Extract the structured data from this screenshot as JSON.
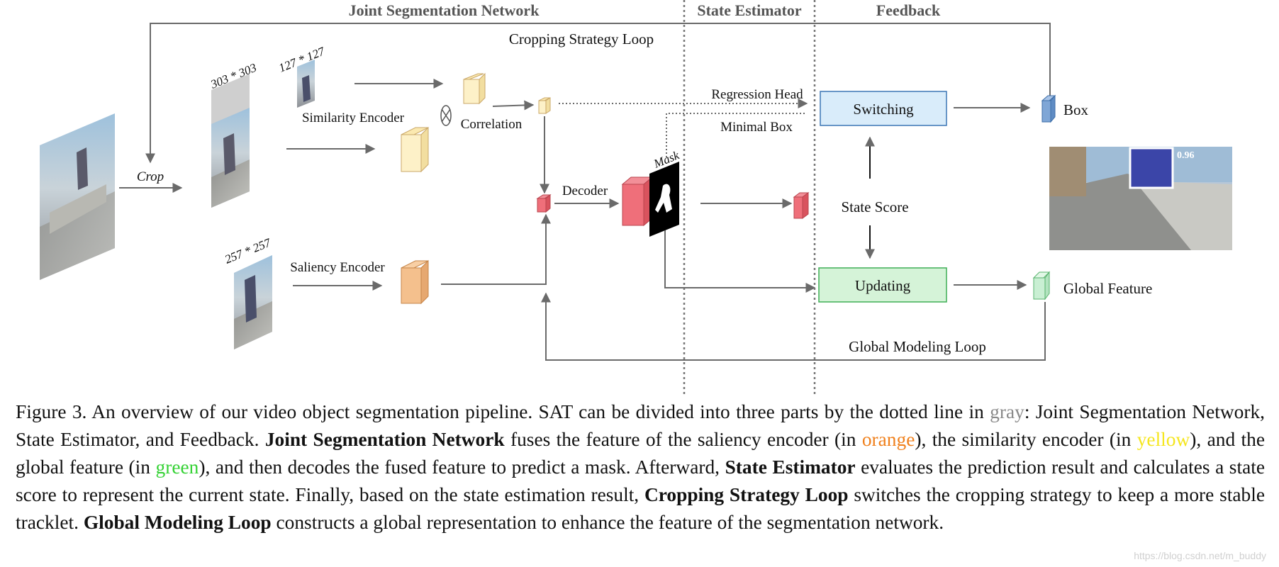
{
  "diagram": {
    "sections": {
      "joint": "Joint Segmentation Network",
      "state": "State Estimator",
      "feedback": "Feedback"
    },
    "labels": {
      "crop": "Crop",
      "size_303": "303 * 303",
      "size_127": "127 * 127",
      "size_257": "257 * 257",
      "similarity_encoder": "Similarity Encoder",
      "correlation": "Correlation",
      "saliency_encoder": "Saliency Encoder",
      "decoder": "Decoder",
      "mask": "Mask",
      "cropping_loop": "Cropping Strategy Loop",
      "regression_head": "Regression Head",
      "minimal_box": "Minimal Box",
      "state_score": "State Score",
      "switching": "Switching",
      "updating": "Updating",
      "box": "Box",
      "global_feature": "Global  Feature",
      "global_loop": "Global Modeling Loop",
      "score_value": "0.96"
    },
    "colors": {
      "similarity": "#fdf1c8",
      "saliency": "#f4c08d",
      "decoder": "#ef6f7a",
      "switching_fill": "#d9ecfa",
      "switching_border": "#3c76b5",
      "updating_fill": "#d5f3d8",
      "updating_border": "#3fae56",
      "box_cube": "#7fa6d6",
      "global_cube": "#c9efd3",
      "arrow": "#6a6a6a"
    },
    "icons": [
      "circled-times-icon"
    ]
  },
  "caption": {
    "figure_label": "Figure 3.",
    "s1": " An overview of our video object segmentation pipeline.  SAT can be divided into three parts by the dotted line in ",
    "gray": "gray",
    "s2": ": Joint Segmentation Network, State Estimator, and Feedback. ",
    "b1": "Joint Segmentation Network",
    "s3": " fuses the feature of the saliency encoder (in ",
    "orange": "orange",
    "s4": "), the similarity encoder (in ",
    "yellow": "yellow",
    "s5": "), and the global feature (in ",
    "green": "green",
    "s6": "), and then decodes the fused feature to predict a mask. Afterward, ",
    "b2": "State Estimator",
    "s7": " evaluates the prediction result and calculates a state score to represent the current state. Finally, based on the state estimation result, ",
    "b3": "Cropping Strategy Loop",
    "s8": " switches the cropping strategy to keep a more stable tracklet. ",
    "b4": "Global Modeling Loop",
    "s9": " constructs a global representation to enhance the feature of the segmentation network."
  },
  "watermark": "https://blog.csdn.net/m_buddy"
}
